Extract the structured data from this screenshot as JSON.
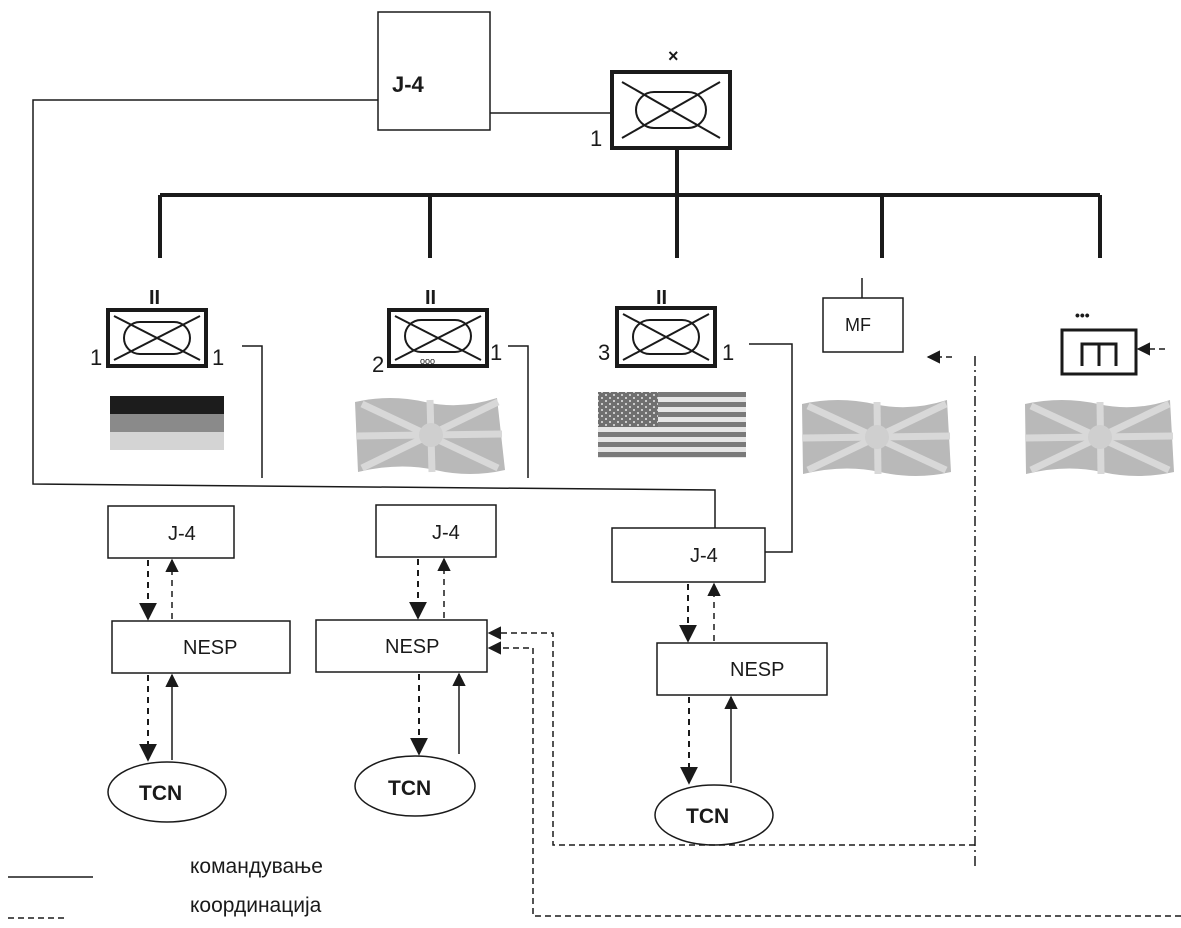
{
  "top": {
    "j4_label": "J-4",
    "brigade_marker": "×",
    "brigade_number": "1"
  },
  "units": [
    {
      "left_num": "1",
      "right_num": "1",
      "echelon": "II",
      "flag": "germany"
    },
    {
      "left_num": "2",
      "right_num": "1",
      "echelon": "II",
      "flag": "macedonia"
    },
    {
      "left_num": "3",
      "right_num": "1",
      "echelon": "II",
      "flag": "usa"
    }
  ],
  "mf": {
    "label": "MF",
    "flag": "macedonia"
  },
  "engineer": {
    "echelon": "•••",
    "flag": "macedonia"
  },
  "logistics": [
    {
      "j4": "J-4",
      "nesp": "NESP",
      "tcn": "TCN"
    },
    {
      "j4": "J-4",
      "nesp": "NESP",
      "tcn": "TCN"
    },
    {
      "j4": "J-4",
      "nesp": "NESP",
      "tcn": "TCN"
    }
  ],
  "legend": {
    "command": "командување",
    "coordination": "координација"
  },
  "colors": {
    "line": "#1a1a1a",
    "macedonia_flag": "#b9b9b9",
    "germany_black": "#1c1c1c",
    "germany_mid": "#8a8a8a",
    "germany_light": "#d4d4d4"
  }
}
